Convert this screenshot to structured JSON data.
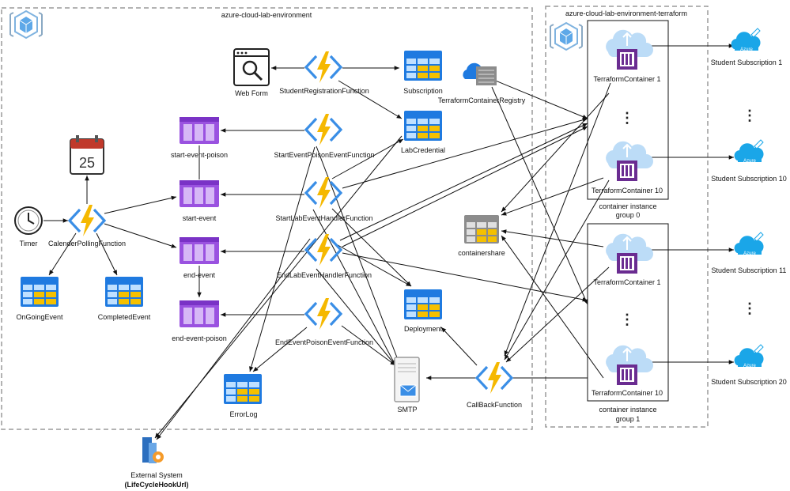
{
  "groups": {
    "env": "azure-cloud-lab-environment",
    "terraform": "azure-cloud-lab-environment-terraform",
    "ci_group_0": [
      "container instance",
      "group 0"
    ],
    "ci_group_1": [
      "container instance",
      "group 1"
    ]
  },
  "nodes": {
    "timer": "Timer",
    "calendar_icon_day": "25",
    "calendar_polling": "CalenderPollingFunction",
    "ongoing_event": "OnGoingEvent",
    "completed_event": "CompletedEvent",
    "web_form": "Web Form",
    "student_registration": "StudentRegistrationFunction",
    "subscription": "Subscription",
    "lab_credential": "LabCredential",
    "start_event_poison_queue": "start-event-poison",
    "start_event_poison_fn": "StartEventPoisonEventFunction",
    "start_event_queue": "start-event",
    "start_lab_handler": "StartLabEventHandlerFunction",
    "end_event_queue": "end-event",
    "end_lab_handler": "EndLabEventHandlerFunction",
    "end_event_poison_queue": "end-event-poison",
    "end_event_poison_fn": "EndEventPoisonEventFunction",
    "deployment": "Deployment",
    "error_log": "ErrorLog",
    "smtp": "SMTP",
    "callback": "CallBackFunction",
    "registry": "TerraformContainerRegistry",
    "containershare": "containershare",
    "external_system": [
      "External System",
      "(LifeCycleHookUrl)"
    ],
    "tc_0_1": "TerraformContainer 1",
    "tc_0_10": "TerraformContainer 10",
    "tc_1_1": "TerraformContainer 1",
    "tc_1_10": "TerraformContainer 10",
    "azure_badge": "Azure",
    "sub_1": "Student Subscription 1",
    "sub_10": "Student Subscription 10",
    "sub_11": "Student Subscription 11",
    "sub_20": "Student Subscription 20"
  },
  "colors": {
    "function_bolt": "#f5b800",
    "function_chevron": "#3a8ee6",
    "table_blue": "#1f7ae0",
    "table_cell": "#f5c000",
    "queue_purple": "#9a52e0",
    "container_purple": "#6a2c91",
    "cloud_blue": "#5ea8e8",
    "azure_cloud": "#1aa6e8",
    "group_dash": "#9a9a9a",
    "edge": "#111111"
  }
}
